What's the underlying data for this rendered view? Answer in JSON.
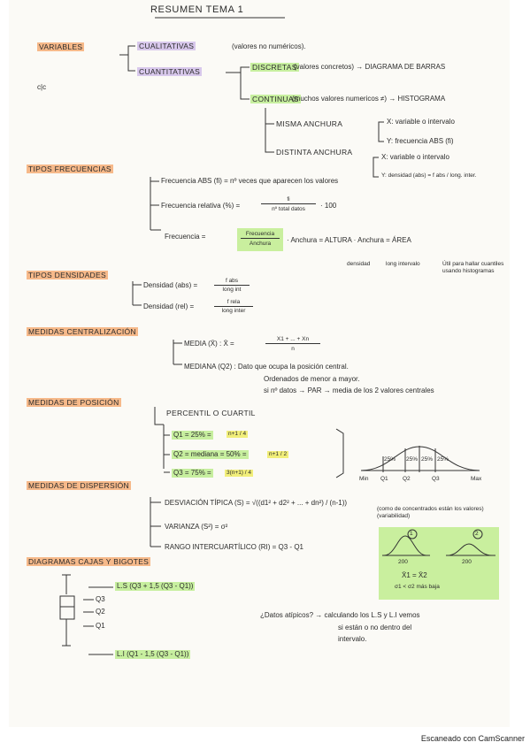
{
  "title": "RESUMEN TEMA 1",
  "side_note": "c|c",
  "variables": {
    "label": "VARIABLES",
    "cualitativas": "CUALITATIVAS",
    "cualitativas_desc": "(valores no numéricos).",
    "cuantitativas": "CUANTITATIVAS",
    "discretas": "DISCRETAS",
    "discretas_desc": "(valores concretos) → DIAGRAMA DE BARRAS",
    "continuas": "CONTINUAS",
    "continuas_desc": "(muchos valores numericos ≠) → HISTOGRAMA",
    "misma": "MISMA ANCHURA",
    "misma_x": "X: variable o intervalo",
    "misma_y": "Y: frecuencia ABS (fi)",
    "distinta": "DISTINTA ANCHURA",
    "distinta_x": "X: variable o intervalo",
    "distinta_y": "Y: densidad (abs) = f abs / long. inter."
  },
  "frecuencias": {
    "label": "TIPOS FRECUENCIAS",
    "abs": "Frecuencia ABS (fi) = nº veces que aparecen los valores",
    "rel": "Frecuencia relativa (%) =",
    "rel_num": "fi",
    "rel_den": "nº total datos",
    "rel_tail": "· 100",
    "freq": "Frecuencia =",
    "freq_num": "Frecuencia",
    "freq_den": "Anchura",
    "freq_tail": "· Anchura = ALTURA · Anchura = ÁREA",
    "densidad": "densidad",
    "long": "long intervalo",
    "util": "Útil para hallar cuantiles usando histogramas"
  },
  "densidades": {
    "label": "TIPOS DENSIDADES",
    "abs": "Densidad (abs) =",
    "abs_num": "f abs",
    "abs_den": "long int",
    "rel": "Densidad (rel) =",
    "rel_num": "f rela",
    "rel_den": "long inter"
  },
  "centralizacion": {
    "label": "MEDIDAS CENTRALIZACIÓN",
    "media": "MEDIA (X̄) : X̄ =",
    "media_num": "X1 + ... + Xn",
    "media_den": "n",
    "mediana": "MEDIANA (Q2) : Dato que ocupa la posición central.",
    "mediana_2": "Ordenados de menor a mayor.",
    "mediana_3": "si nº datos → PAR → media de los 2 valores centrales"
  },
  "posicion": {
    "label": "MEDIDAS DE POSICIÓN",
    "percentil": "PERCENTIL o CUARTIL",
    "q1": "Q1 = 25% =",
    "q1_frac": "n+1 / 4",
    "q2": "Q2 = mediana = 50% =",
    "q2_frac": "n+1 / 2",
    "q3": "Q3 = 75% =",
    "q3_frac": "3(n+1) / 4",
    "curve_pct": [
      "25%",
      "25%",
      "25%",
      "25%"
    ],
    "curve_ticks": [
      "Min",
      "Q1",
      "Q2",
      "Q3",
      "Max"
    ]
  },
  "dispersion": {
    "label": "MEDIDAS DE DISPERSIÓN",
    "desv": "DESVIACIÓN TÍPICA (S) = √((d1² + d2² + ... + dn²) / (n-1))",
    "desv_note": "(como de concentrados están los valores) (variabilidad)",
    "var": "VARIANZA (S²) = σ²",
    "rango": "RANGO INTERCUARTÍLICO (RI) = Q3 - Q1",
    "g1": "1",
    "g2": "2",
    "g_axis": "200",
    "g_eq1": "X̄1 = X̄2",
    "g_eq2": "σ1 < σ2 más baja"
  },
  "cajas": {
    "label": "DIAGRAMAS CAJAS Y BIGOTES",
    "ls": "L.S (Q3 + 1,5 (Q3 - Q1))",
    "q3": "Q3",
    "q2": "Q2",
    "q1": "Q1",
    "li": "L.I (Q1 - 1,5 (Q3 - Q1))",
    "atipicos": "¿Datos atípicos? → calculando los L.S y L.I vemos",
    "atipicos_2": "si están o no dentro del",
    "atipicos_3": "intervalo."
  },
  "footer": "Escaneado con CamScanner"
}
